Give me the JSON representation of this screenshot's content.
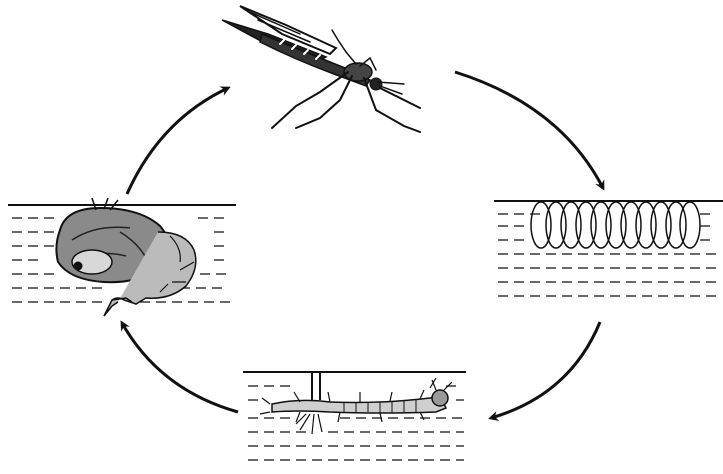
{
  "diagram": {
    "type": "life-cycle",
    "subject": "mosquito",
    "stages": [
      {
        "id": "adult",
        "icon": "adult-mosquito-icon"
      },
      {
        "id": "eggs",
        "icon": "egg-raft-icon"
      },
      {
        "id": "larva",
        "icon": "larva-icon"
      },
      {
        "id": "pupa",
        "icon": "pupa-icon"
      }
    ],
    "cycle_direction": "clockwise",
    "ink_color": "#111111",
    "background_color": "#ffffff"
  }
}
